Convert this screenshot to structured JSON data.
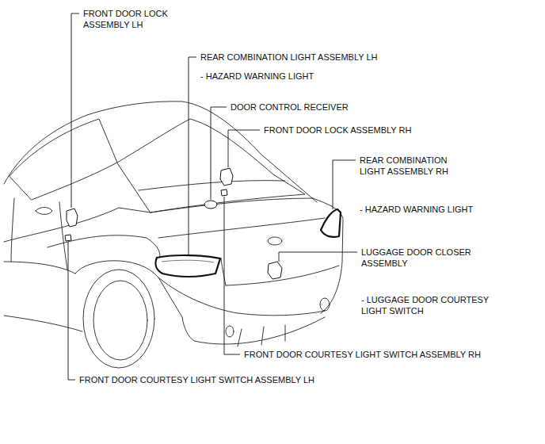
{
  "diagram": {
    "labels": [
      "FRONT DOOR LOCK ASSEMBLY LH",
      "REAR COMBINATION LIGHT ASSEMBLY LH",
      "- HAZARD WARNING LIGHT",
      "DOOR CONTROL RECEIVER",
      "FRONT DOOR LOCK ASSEMBLY RH",
      "REAR COMBINATION LIGHT ASSEMBLY RH",
      "- HAZARD WARNING LIGHT",
      "LUGGAGE DOOR CLOSER ASSEMBLY",
      "- LUGGAGE DOOR COURTESY LIGHT SWITCH",
      "FRONT DOOR COURTESY LIGHT SWITCH ASSEMBLY RH",
      "FRONT DOOR COURTESY LIGHT SWITCH ASSEMBLY LH"
    ]
  }
}
